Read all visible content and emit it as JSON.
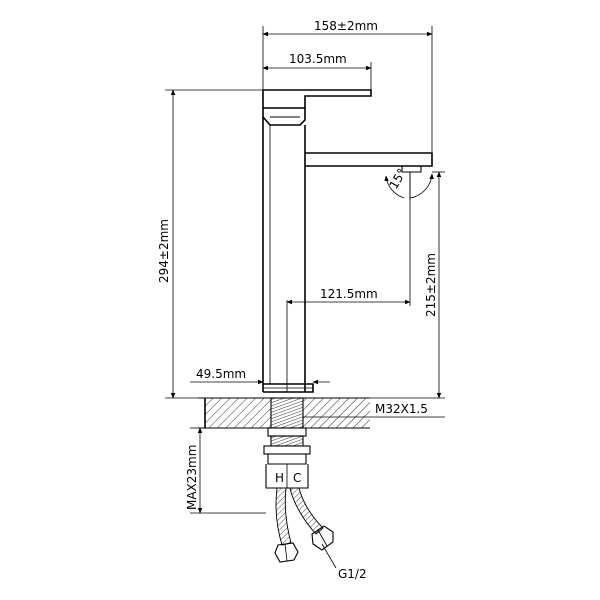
{
  "dimensions": {
    "overall_width": "158±2mm",
    "handle_length": "103.5mm",
    "total_height": "294±2mm",
    "spout_height": "215±2mm",
    "spout_reach": "121.5mm",
    "base_diameter": "49.5mm",
    "thread": "M32X1.5",
    "max_counter_thickness": "MAX23mm",
    "hose_connection": "G1/2",
    "aerator_angle": "15°"
  },
  "hose_labels": {
    "hot": "H",
    "cold": "C"
  },
  "colors": {
    "line": "#000000",
    "background": "#ffffff"
  }
}
